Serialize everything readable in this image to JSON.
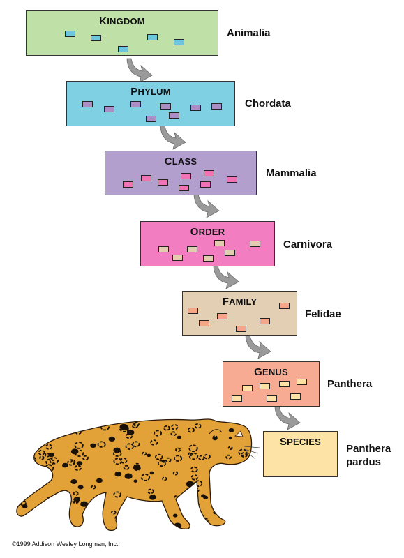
{
  "colors": {
    "kingdom": "#bfe0a6",
    "phylum": "#7fd0e3",
    "class": "#b39fcd",
    "order": "#f27dc1",
    "family": "#e3cfb3",
    "genus": "#f6ab92",
    "species": "#fde3a6",
    "arrow": "#9a9a9a",
    "jaguar_fur": "#e3a238",
    "jaguar_spot": "#1a1208"
  },
  "levels": [
    {
      "rank": "Kingdom",
      "taxon": "Animalia",
      "mini_color": "#6cc7dc"
    },
    {
      "rank": "Phylum",
      "taxon": "Chordata",
      "mini_color": "#a98fc6"
    },
    {
      "rank": "Class",
      "taxon": "Mammalia",
      "mini_color": "#f273b5"
    },
    {
      "rank": "Order",
      "taxon": "Carnivora",
      "mini_color": "#e3cdb1"
    },
    {
      "rank": "Family",
      "taxon": "Felidae",
      "mini_color": "#f5a58a"
    },
    {
      "rank": "Genus",
      "taxon": "Panthera",
      "mini_color": "#fde1a5"
    },
    {
      "rank": "Species",
      "taxon": "Panthera pardus",
      "mini_color": ""
    }
  ],
  "icons": {
    "animal": "jaguar-illustration",
    "arrow": "curved-arrow-icon"
  },
  "copyright": "©1999 Addison Wesley Longman, Inc."
}
